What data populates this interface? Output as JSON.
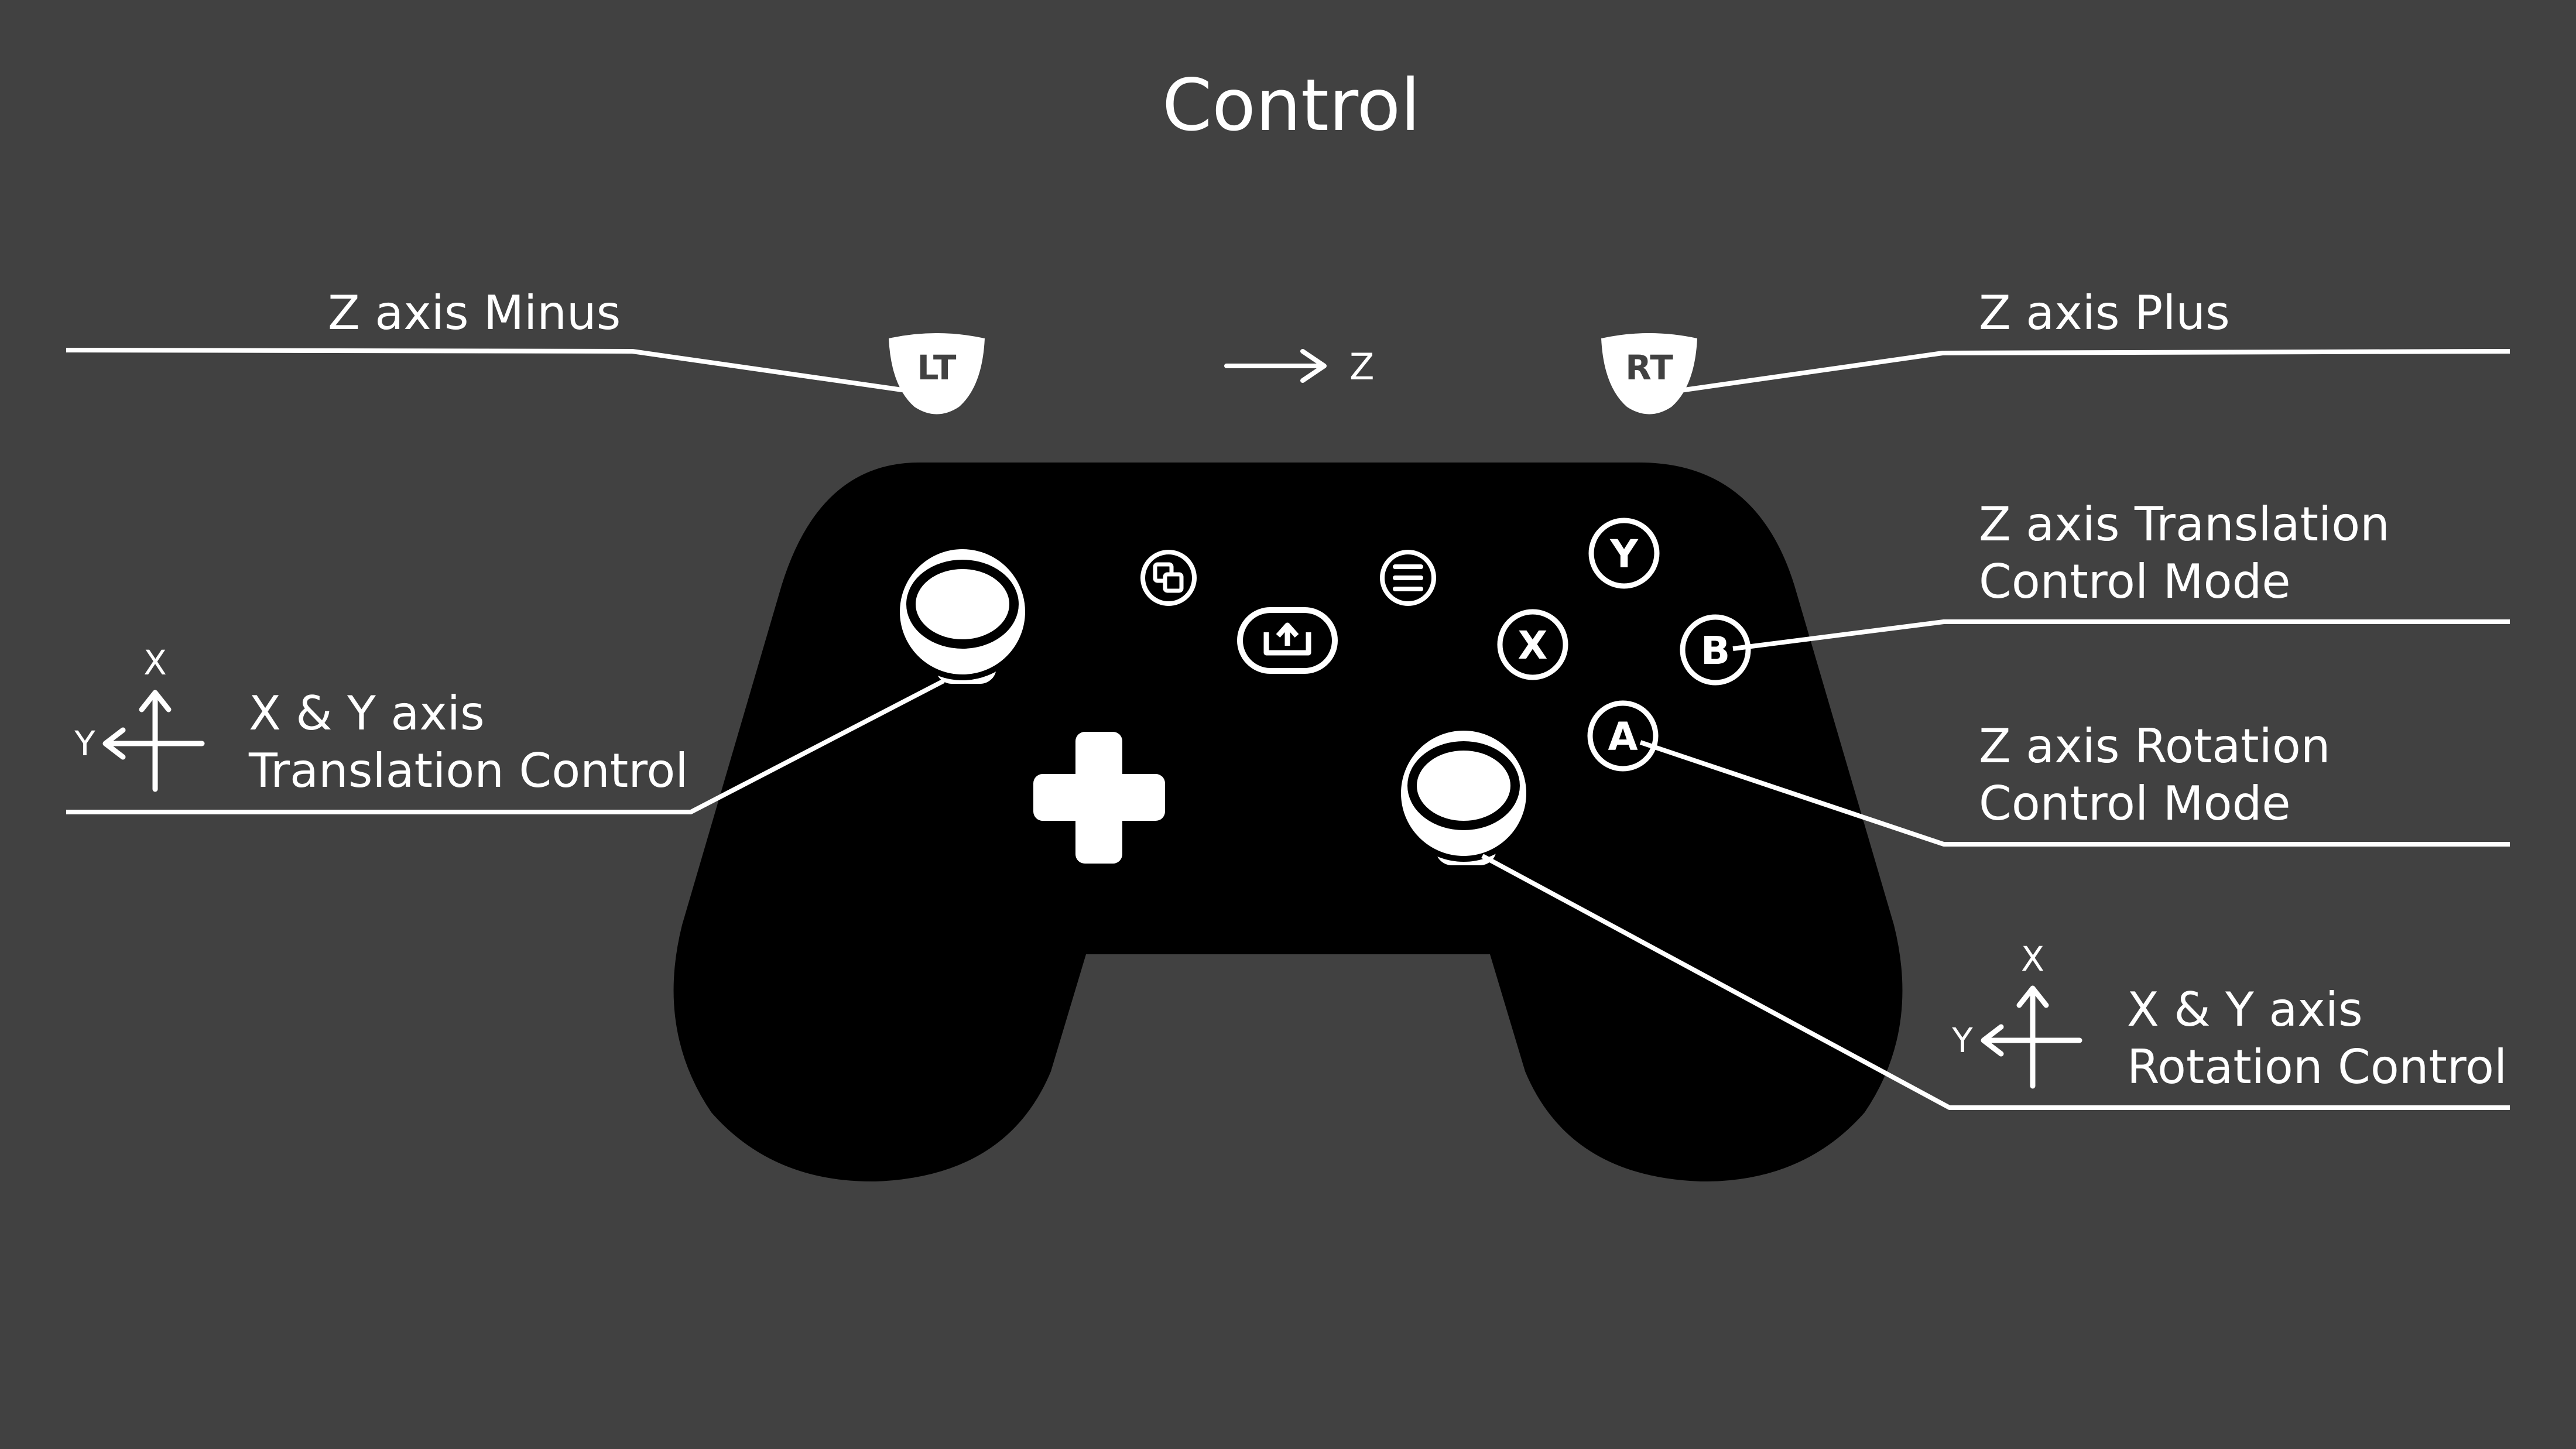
{
  "title": "Control",
  "labels": {
    "z_minus": "Z axis Minus",
    "z_plus": "Z axis Plus",
    "z_translation_mode_line1": "Z axis Translation",
    "z_translation_mode_line2": "Control Mode",
    "z_rotation_mode_line1": "Z axis Rotation",
    "z_rotation_mode_line2": "Control Mode",
    "xy_translation_line1": "X & Y axis",
    "xy_translation_line2": "Translation Control",
    "xy_rotation_line1": "X & Y axis",
    "xy_rotation_line2": "Rotation Control"
  },
  "buttons": {
    "lt": "LT",
    "rt": "RT",
    "y": "Y",
    "x": "X",
    "b": "B",
    "a": "A"
  },
  "axes": {
    "z_arrow": "Z",
    "left_x": "X",
    "left_y": "Y",
    "right_x": "X",
    "right_y": "Y"
  },
  "colors": {
    "background": "#414141",
    "controller": "#000000",
    "foreground": "#ffffff"
  }
}
